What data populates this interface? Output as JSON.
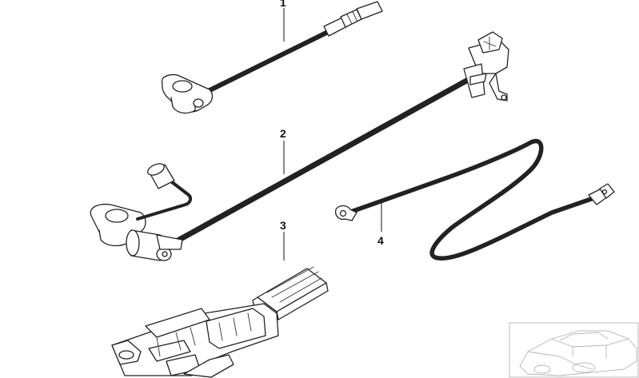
{
  "callouts": [
    {
      "id": "1",
      "label": "1"
    },
    {
      "id": "2",
      "label": "2"
    },
    {
      "id": "3",
      "label": "3"
    },
    {
      "id": "4",
      "label": "4"
    }
  ],
  "parts": [
    {
      "callout": "1",
      "name": "battery-cable-short"
    },
    {
      "callout": "2",
      "name": "battery-positive-cable"
    },
    {
      "callout": "3",
      "name": "terminal-cover-holder"
    },
    {
      "callout": "4",
      "name": "ground-cable"
    }
  ],
  "inset": {
    "name": "vehicle-locator-thumbnail"
  }
}
